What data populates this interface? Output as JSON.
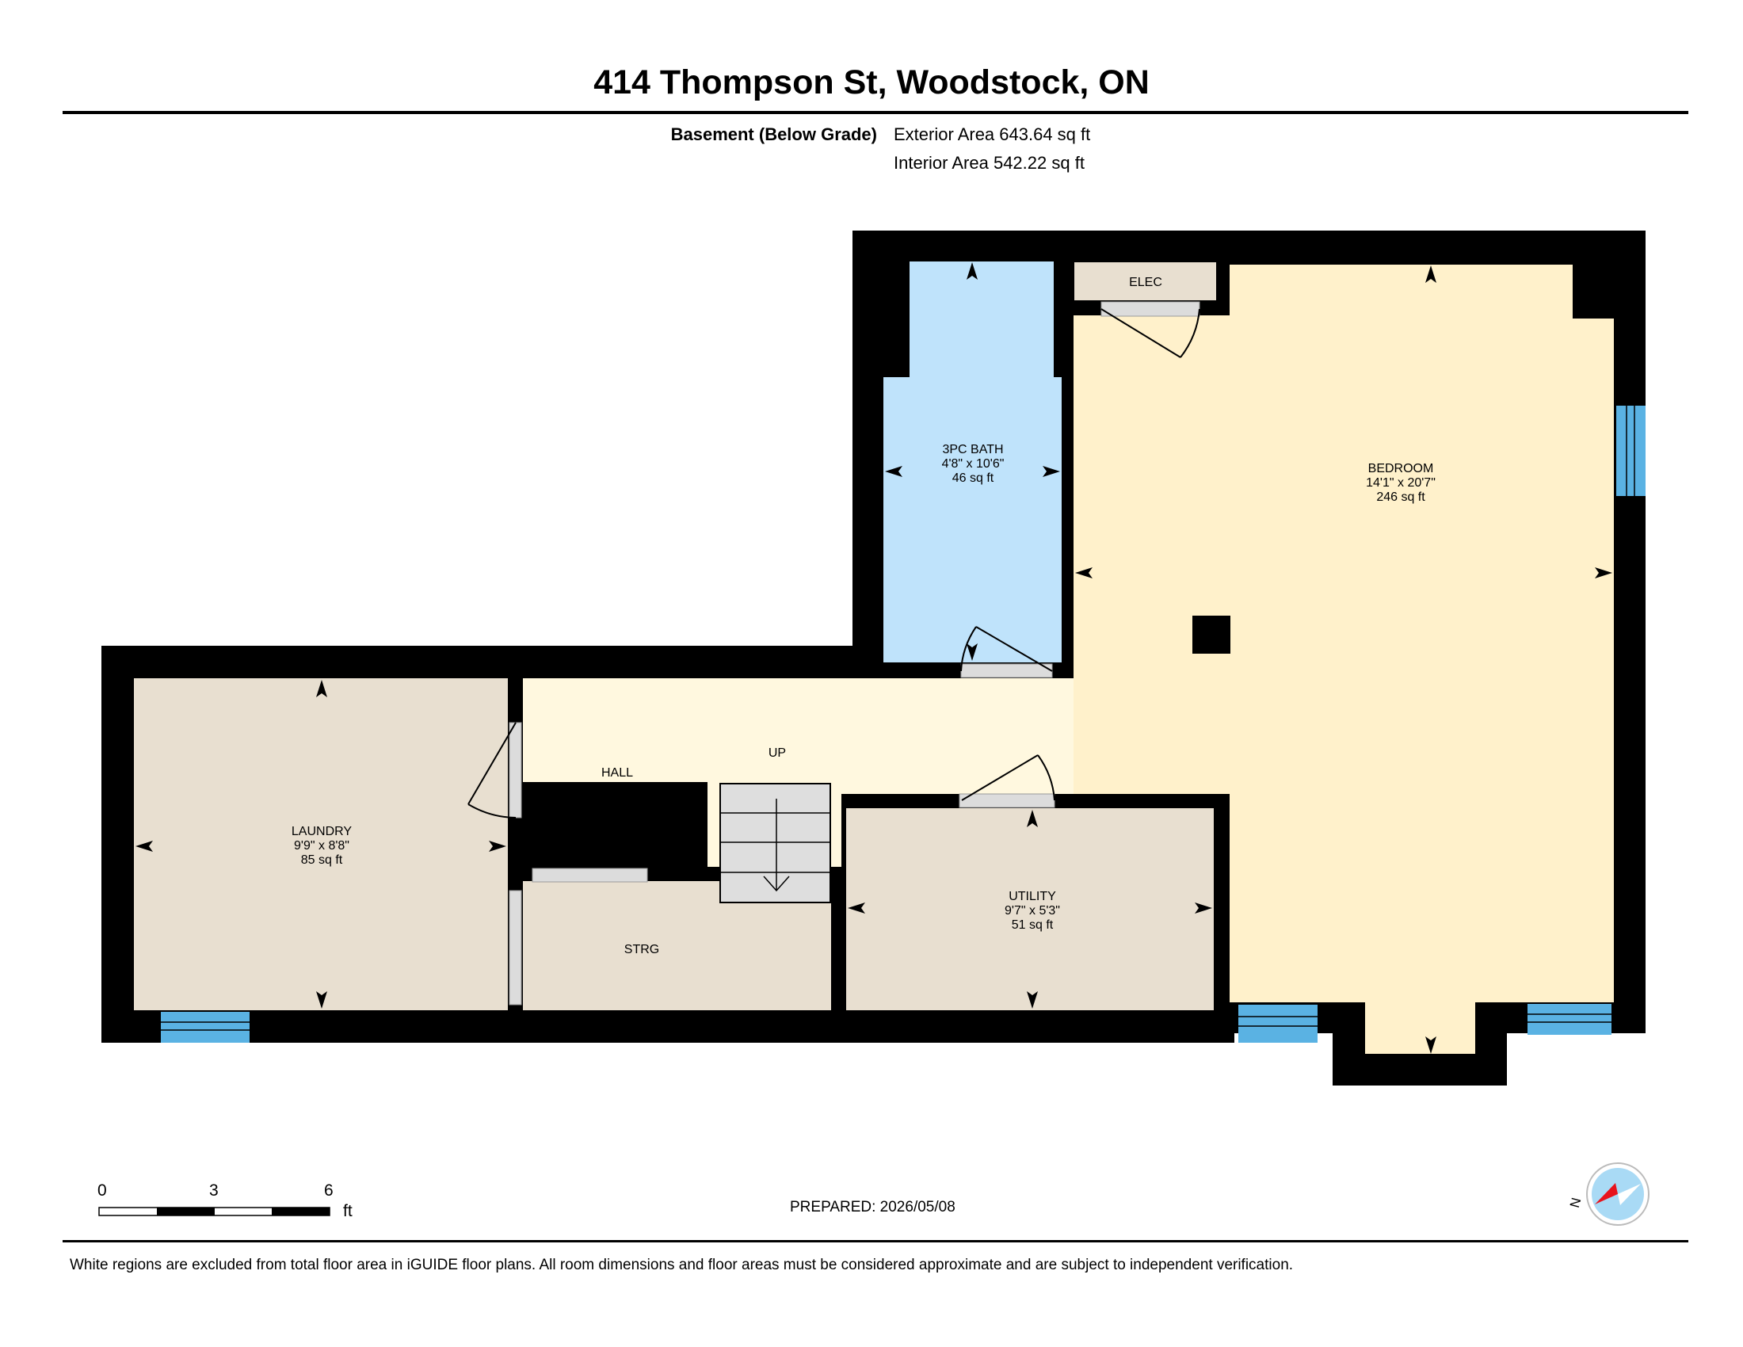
{
  "header": {
    "address": "414 Thompson St, Woodstock, ON",
    "floor": "Basement (Below Grade)",
    "exterior_area": "Exterior Area 643.64 sq ft",
    "interior_area": "Interior Area 542.22 sq ft"
  },
  "rooms": {
    "bath": {
      "name": "3PC BATH",
      "dims": "4'8\" x 10'6\"",
      "area": "46 sq ft"
    },
    "elec": {
      "name": "ELEC"
    },
    "bedroom": {
      "name": "BEDROOM",
      "dims": "14'1\" x 20'7\"",
      "area": "246 sq ft"
    },
    "laundry": {
      "name": "LAUNDRY",
      "dims": "9'9\" x 8'8\"",
      "area": "85 sq ft"
    },
    "hall": {
      "name": "HALL"
    },
    "stairs": {
      "label": "UP"
    },
    "utility": {
      "name": "UTILITY",
      "dims": "9'7\" x 5'3\"",
      "area": "51 sq ft"
    },
    "storage": {
      "name": "STRG"
    }
  },
  "scale": {
    "ticks": [
      "0",
      "3",
      "6"
    ],
    "unit": "ft"
  },
  "compass": {
    "letter": "N"
  },
  "footer": {
    "prepared": "PREPARED: 2026/05/08",
    "disclaimer": "White regions are excluded from total floor area in iGUIDE floor plans. All room dimensions and floor areas must be considered approximate and are subject to independent verification."
  },
  "colors": {
    "wall": "#000000",
    "bath": "#bfe3fb",
    "bedroom": "#fff1cb",
    "hall": "#fff8df",
    "laundry_utility_storage": "#e8dfd0",
    "elec": "#e8dfd0",
    "window": "#5ab2e3",
    "door_opening": "#dcdcdc",
    "compass_red": "#e8131c",
    "compass_blue": "#a9daf5"
  }
}
